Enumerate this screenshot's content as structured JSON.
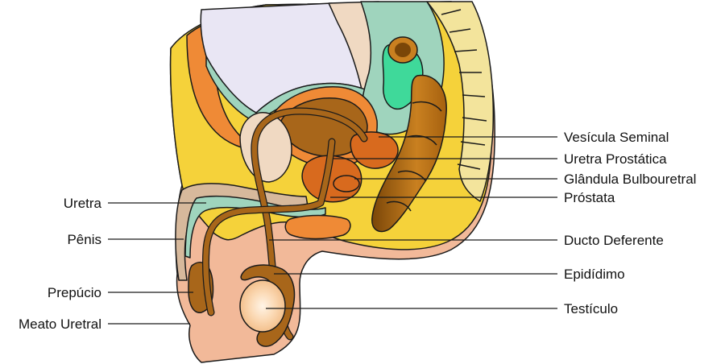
{
  "diagram": {
    "colors": {
      "skin": "#f2b999",
      "fat": "#f5d23a",
      "bladder": "#e9e6f4",
      "bladder_wall": "#ef8a36",
      "rectum": "#9fd4bd",
      "rectum_bright": "#3fd99a",
      "duct": "#a8661a",
      "prostate": "#d86a1e",
      "vertebra": "#f3e49c",
      "tissue": "#d7b99c"
    },
    "labels_left": [
      "Uretra",
      "Pênis",
      "Prepúcio",
      "Meato Uretral"
    ],
    "labels_right": [
      "Vesícula Seminal",
      "Uretra Prostática",
      "Glândula Bulbouretral",
      "Próstata",
      "Ducto Deferente",
      "Epidídimo",
      "Testículo"
    ]
  }
}
